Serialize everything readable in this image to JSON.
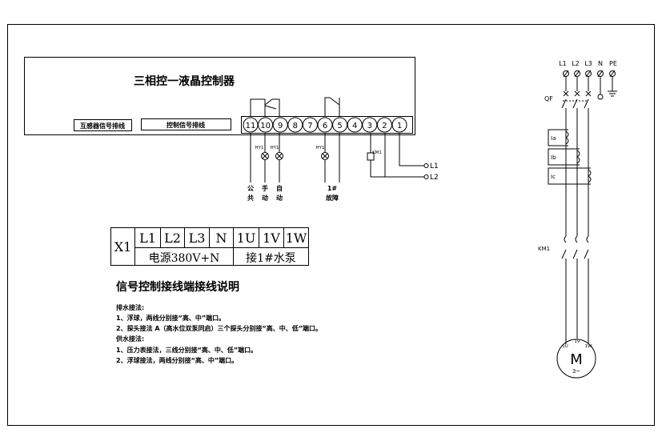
{
  "controller": {
    "title": "三相控一液晶控制器",
    "label_left": "互感器信号排线",
    "label_right": "控制信号排线",
    "terminals": [
      "11",
      "10",
      "9",
      "8",
      "7",
      "6",
      "5",
      "4",
      "3",
      "2",
      "1"
    ]
  },
  "indicators": {
    "hy1_a": "HY1",
    "hy1_b": "HY1",
    "hy1_c": "HY1",
    "km1": "KM1",
    "line_l1": "L1",
    "line_l2": "L2"
  },
  "function_labels": {
    "common": [
      "公",
      "共"
    ],
    "manual": [
      "手",
      "动"
    ],
    "auto": [
      "自",
      "动"
    ],
    "fault_top": "1#",
    "fault_bottom": "故障"
  },
  "terminal_table": {
    "row_head": "X1",
    "cols": [
      "L1",
      "L2",
      "L3",
      "N",
      "1U",
      "1V",
      "1W"
    ],
    "power_label": "电源380V+N",
    "pump_label": "接1#水泵"
  },
  "instructions": {
    "heading": "信号控制接线端接线说明",
    "lines": [
      "排水接法:",
      "1、浮球，两线分别接“高、中”端口。",
      "2、探头接法 A（高水位双泵同启）三个探头分别接“高、中、低”端口。",
      "供水接法:",
      "1、压力表接法，三线分别接“高、中、低”端口。",
      "2、浮球接法，两线分别接“高、中”端口。"
    ]
  },
  "main_circuit": {
    "supply": [
      "L1",
      "L2",
      "L3",
      "N",
      "PE"
    ],
    "breaker": "QF",
    "ct": [
      "Ia",
      "Ib",
      "Ic"
    ],
    "contactor": "KM1",
    "motor_terminals": [
      "1U",
      "1V",
      "1W"
    ],
    "motor_symbol": "M",
    "motor_phase": "3~"
  }
}
